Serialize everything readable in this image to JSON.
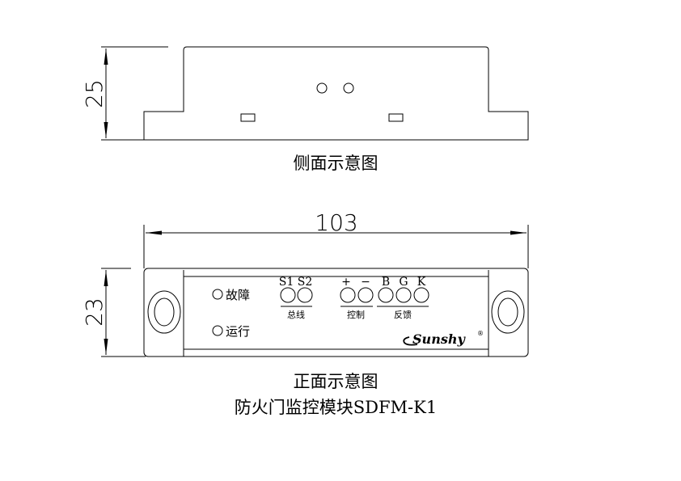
{
  "side_view": {
    "dimension_label": "25",
    "caption": "侧面示意图"
  },
  "front_view": {
    "width_label": "103",
    "height_label": "23",
    "indicators": {
      "fault_label": "故障",
      "run_label": "运行"
    },
    "terminals": {
      "s1": "S1",
      "s2": "S2",
      "plus": "+",
      "minus": "−",
      "b": "B",
      "g": "G",
      "k": "K",
      "bus_group_label": "总线",
      "control_group_label": "控制",
      "feedback_group_label": "反馈"
    },
    "brand": "Sunshy",
    "registered_mark": "®",
    "caption": "正面示意图",
    "product_title": "防火门监控模块SDFM-K1"
  },
  "colors": {
    "line": "#000000",
    "background": "#ffffff"
  }
}
